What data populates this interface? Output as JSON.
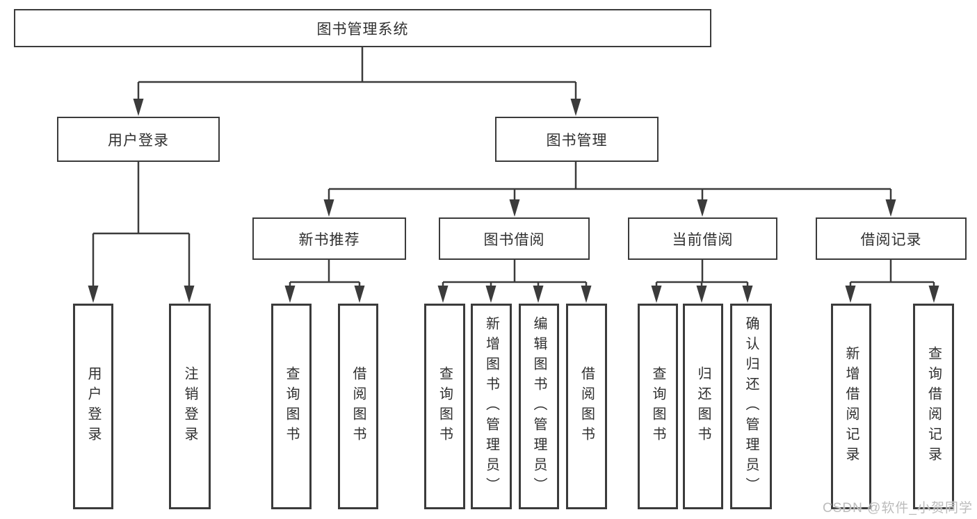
{
  "colors": {
    "line": "#3b3b3b",
    "background": "#ffffff",
    "watermark": "#bcbcbc",
    "text": "#2f2f2f"
  },
  "watermark": {
    "text": "CSDN @软件_小贺同学"
  },
  "diagram": {
    "title": "图书管理系统",
    "branches": [
      {
        "label": "用户登录",
        "children": [
          {
            "label": "用户登录"
          },
          {
            "label": "注销登录"
          }
        ]
      },
      {
        "label": "图书管理",
        "children": [
          {
            "label": "新书推荐",
            "children": [
              {
                "label": "查询图书"
              },
              {
                "label": "借阅图书"
              }
            ]
          },
          {
            "label": "图书借阅",
            "children": [
              {
                "label": "查询图书"
              },
              {
                "label": "新增图书（管理员）"
              },
              {
                "label": "编辑图书（管理员）"
              },
              {
                "label": "借阅图书"
              }
            ]
          },
          {
            "label": "当前借阅",
            "children": [
              {
                "label": "查询图书"
              },
              {
                "label": "归还图书"
              },
              {
                "label": "确认归还（管理员）"
              }
            ]
          },
          {
            "label": "借阅记录",
            "children": [
              {
                "label": "新增借阅记录"
              },
              {
                "label": "查询借阅记录"
              }
            ]
          }
        ]
      }
    ]
  }
}
